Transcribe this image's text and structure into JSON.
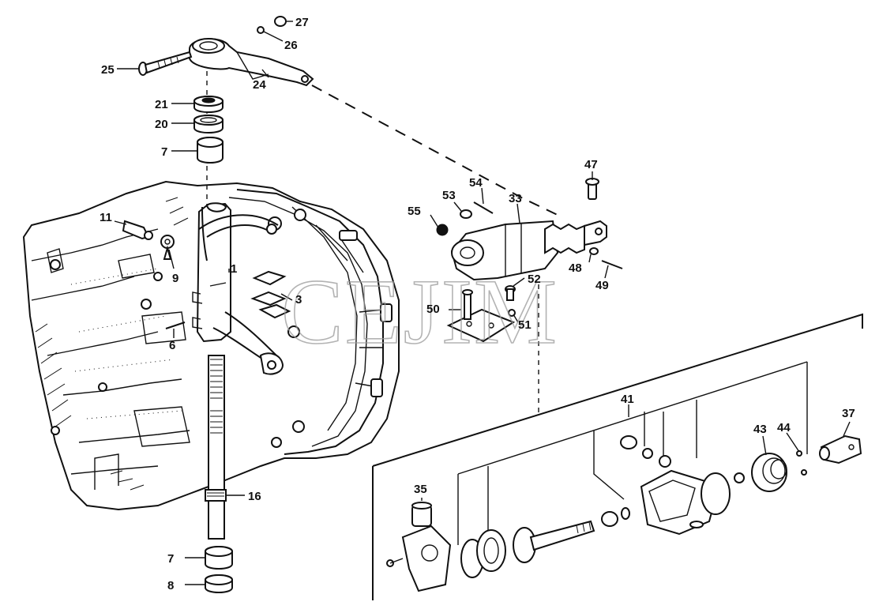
{
  "watermark": "CEJIM",
  "callouts": [
    {
      "id": "c25",
      "text": "25"
    },
    {
      "id": "c27",
      "text": "27"
    },
    {
      "id": "c26",
      "text": "26"
    },
    {
      "id": "c24",
      "text": "24"
    },
    {
      "id": "c21",
      "text": "21"
    },
    {
      "id": "c20",
      "text": "20"
    },
    {
      "id": "c7a",
      "text": "7"
    },
    {
      "id": "c11",
      "text": "11"
    },
    {
      "id": "c9",
      "text": "9"
    },
    {
      "id": "c1",
      "text": "1"
    },
    {
      "id": "c3",
      "text": "3"
    },
    {
      "id": "c6",
      "text": "6"
    },
    {
      "id": "c16",
      "text": "16"
    },
    {
      "id": "c7b",
      "text": "7"
    },
    {
      "id": "c8",
      "text": "8"
    },
    {
      "id": "c47",
      "text": "47"
    },
    {
      "id": "c54",
      "text": "54"
    },
    {
      "id": "c53",
      "text": "53"
    },
    {
      "id": "c33",
      "text": "33"
    },
    {
      "id": "c55",
      "text": "55"
    },
    {
      "id": "c48",
      "text": "48"
    },
    {
      "id": "c49",
      "text": "49"
    },
    {
      "id": "c52",
      "text": "52"
    },
    {
      "id": "c50",
      "text": "50"
    },
    {
      "id": "c51",
      "text": "51"
    },
    {
      "id": "c41",
      "text": "41"
    },
    {
      "id": "c43",
      "text": "43"
    },
    {
      "id": "c44",
      "text": "44"
    },
    {
      "id": "c37",
      "text": "37"
    },
    {
      "id": "c35",
      "text": "35"
    }
  ]
}
